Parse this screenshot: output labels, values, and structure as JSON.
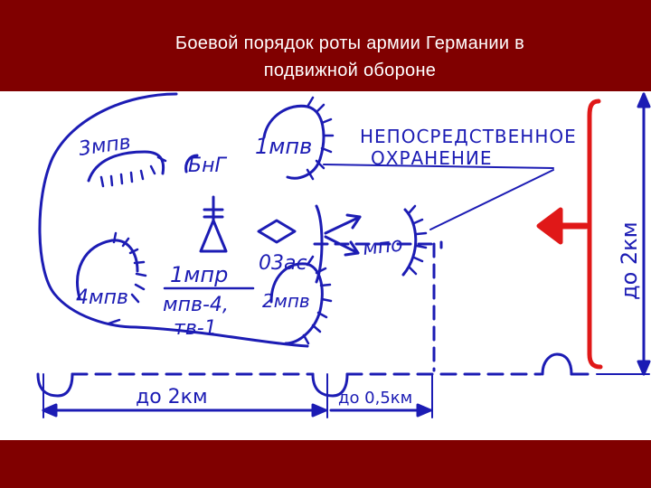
{
  "slide": {
    "title_line1": "Боевой порядок роты армии Германии в",
    "title_line2": "подвижной обороне"
  },
  "diagram": {
    "unit_3mpv": "3мпв",
    "unit_1mpv": "1мпв",
    "unit_bng": "БнГ",
    "unit_4mpv": "4мпв",
    "unit_2mpv": "2мпв",
    "unit_1mpr": "1мпр",
    "composition_line1": "мпв-4,",
    "composition_line2": "тв-1",
    "unit_03as": "03ас",
    "unit_mpo": "мпо",
    "note_line1": "НЕПОСРЕДСТВЕННОЕ",
    "note_line2": "ОХРАНЕНИЕ",
    "dist_2km_bottom": "до 2км",
    "dist_05km": "до 0,5км",
    "dist_2km_vertical": "до 2км"
  },
  "colors": {
    "header_bg": "#800000",
    "ink": "#1c1cb4",
    "arrow_red": "#e01818"
  }
}
